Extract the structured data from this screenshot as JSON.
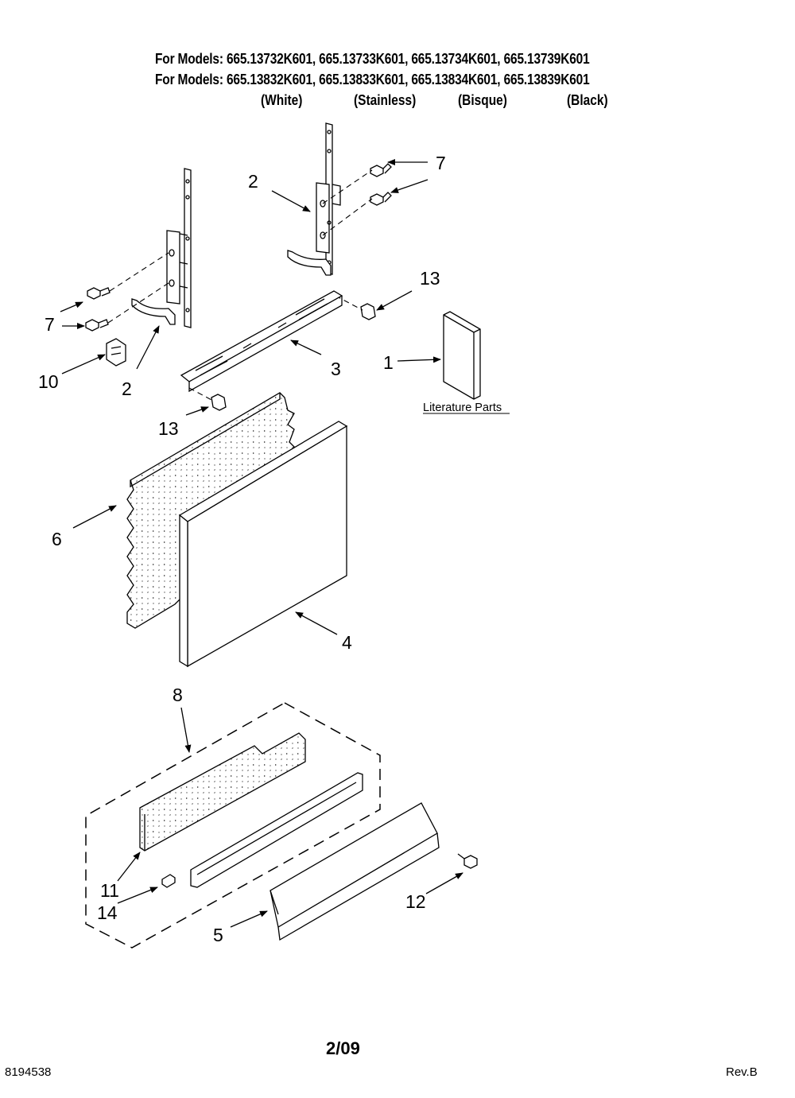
{
  "header": {
    "line1": "For Models: 665.13732K601, 665.13733K601, 665.13734K601, 665.13739K601",
    "line2": "For Models: 665.13832K601, 665.13833K601, 665.13834K601, 665.13839K601",
    "colors": [
      "(White)",
      "(Stainless)",
      "(Bisque)",
      "(Black)"
    ]
  },
  "callouts": {
    "c7a": "7",
    "c7b": "7",
    "c2a": "2",
    "c2b": "2",
    "c13a": "13",
    "c13b": "13",
    "c10": "10",
    "c3": "3",
    "c1": "1",
    "c6": "6",
    "c4": "4",
    "c8": "8",
    "c11": "11",
    "c14": "14",
    "c5": "5",
    "c12": "12"
  },
  "literature_label": "Literature Parts",
  "footer": {
    "page": "2/09",
    "part_number": "8194538",
    "revision": "Rev.B"
  }
}
